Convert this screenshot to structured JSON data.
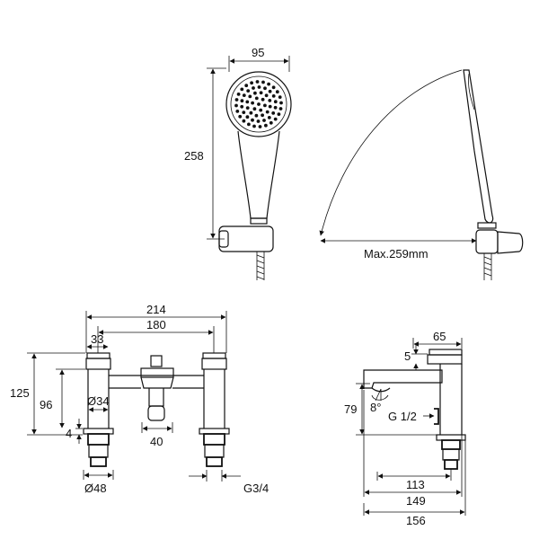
{
  "diagram": {
    "dimensions": {
      "handset_width": "95",
      "handset_height": "258",
      "max_reach": "Max.259mm",
      "overall_width": "214",
      "centers": "180",
      "handle_offset": "33",
      "total_height": "125",
      "body_height": "96",
      "diameter_34": "Ø34",
      "dim_4": "4",
      "dim_40": "40",
      "diameter_48": "Ø48",
      "thread_main": "G3/4",
      "spout_top": "65",
      "dim_5": "5",
      "side_height": "79",
      "angle": "8°",
      "thread_side": "G 1/2",
      "depth_113": "113",
      "depth_149": "149",
      "depth_156": "156"
    }
  }
}
